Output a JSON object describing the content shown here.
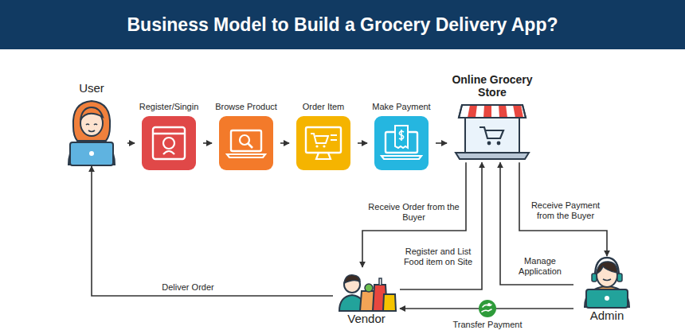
{
  "diagram": {
    "title": "Business Model to Build a Grocery Delivery App?",
    "nodes": [
      {
        "text": [
          "User"
        ]
      },
      {
        "text": [
          "Register/Singin"
        ]
      },
      {
        "text": [
          "Browse Product"
        ]
      },
      {
        "text": [
          "Order Item"
        ]
      },
      {
        "text": [
          "Make Payment"
        ]
      },
      {
        "text": [
          "Online Grocery Store"
        ]
      },
      {
        "text": [
          "Vendor"
        ]
      },
      {
        "text": [
          "Admin"
        ]
      }
    ],
    "edges": [
      {
        "from": 0,
        "to": 1,
        "arrow": "to"
      },
      {
        "from": 1,
        "to": 2,
        "arrow": "to"
      },
      {
        "from": 2,
        "to": 3,
        "arrow": "to"
      },
      {
        "from": 3,
        "to": 4,
        "arrow": "to"
      },
      {
        "from": 4,
        "to": 5,
        "arrow": "to"
      },
      {
        "from": 5,
        "to": 6,
        "label": "Receive Order from the Buyer",
        "arrow": "to"
      },
      {
        "from": 6,
        "to": 5,
        "label": "Register and List Food item on Site",
        "arrow": "to"
      },
      {
        "from": 7,
        "to": 5,
        "label": "Manage Application",
        "arrow": "to"
      },
      {
        "from": 5,
        "to": 7,
        "label": "Receive Payment from the Buyer",
        "arrow": "to"
      },
      {
        "from": 7,
        "to": 6,
        "label": "Transfer Payment",
        "arrow": "to"
      },
      {
        "from": 6,
        "to": 0,
        "label": "Deliver Order",
        "arrow": "to"
      }
    ]
  }
}
